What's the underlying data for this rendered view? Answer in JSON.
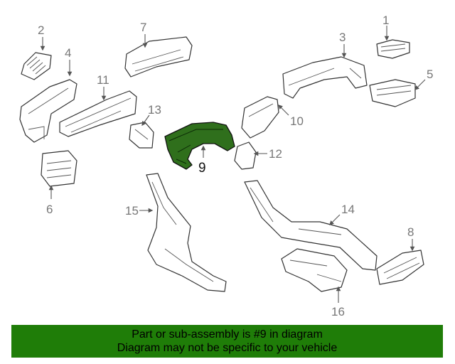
{
  "diagram": {
    "callouts": [
      "1",
      "2",
      "3",
      "4",
      "5",
      "6",
      "7",
      "8",
      "9",
      "10",
      "11",
      "12",
      "13",
      "14",
      "15",
      "16"
    ],
    "highlighted_part": "9",
    "highlight_color": "#2f6f1c"
  },
  "footer": {
    "line1": "Part or sub-assembly is #9 in diagram",
    "line2": "Diagram may not be specific to your vehicle",
    "background": "#1f7d08"
  }
}
